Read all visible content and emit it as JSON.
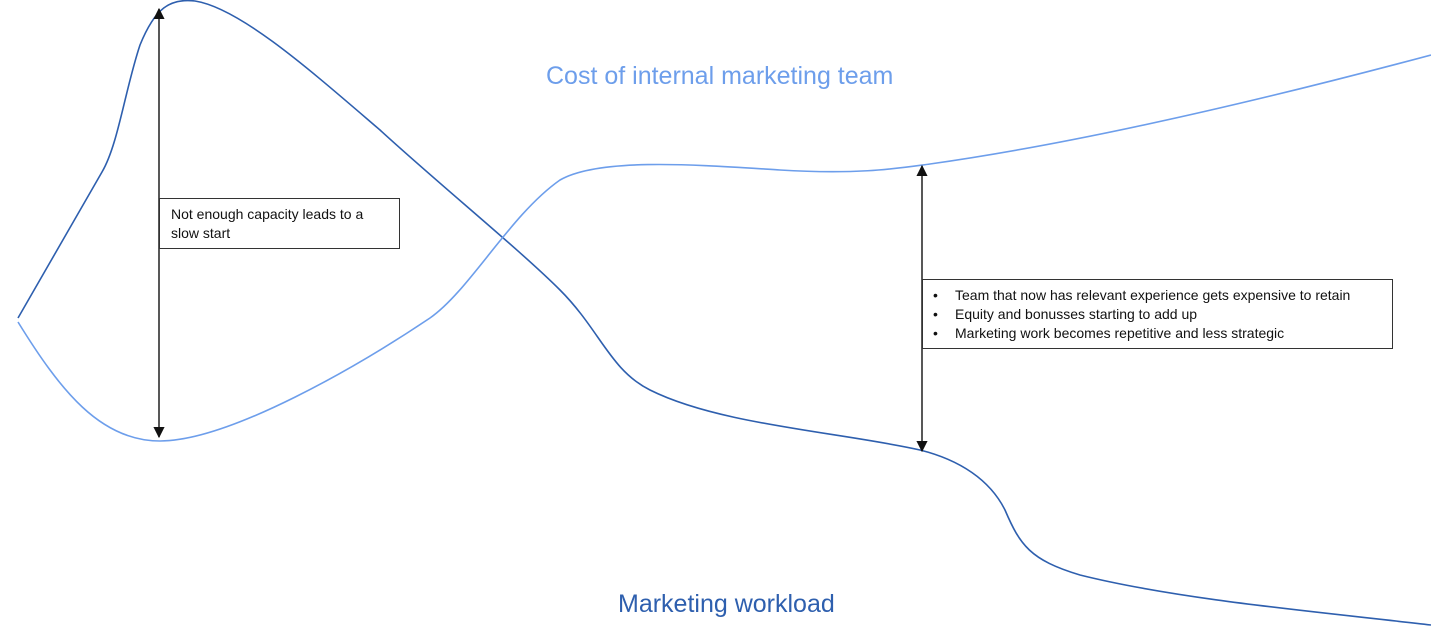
{
  "titles": {
    "cost": "Cost of internal marketing team",
    "workload": "Marketing workload"
  },
  "annotations": {
    "slow_start": "Not enough capacity leads to a slow start",
    "expensive_bullets": [
      "Team that now has relevant experience gets expensive to retain",
      "Equity and bonusses starting to add up",
      "Marketing work becomes repetitive and less strategic"
    ]
  },
  "colors": {
    "cost_curve": "#6d9eeb",
    "workload_curve": "#2e5fae"
  }
}
